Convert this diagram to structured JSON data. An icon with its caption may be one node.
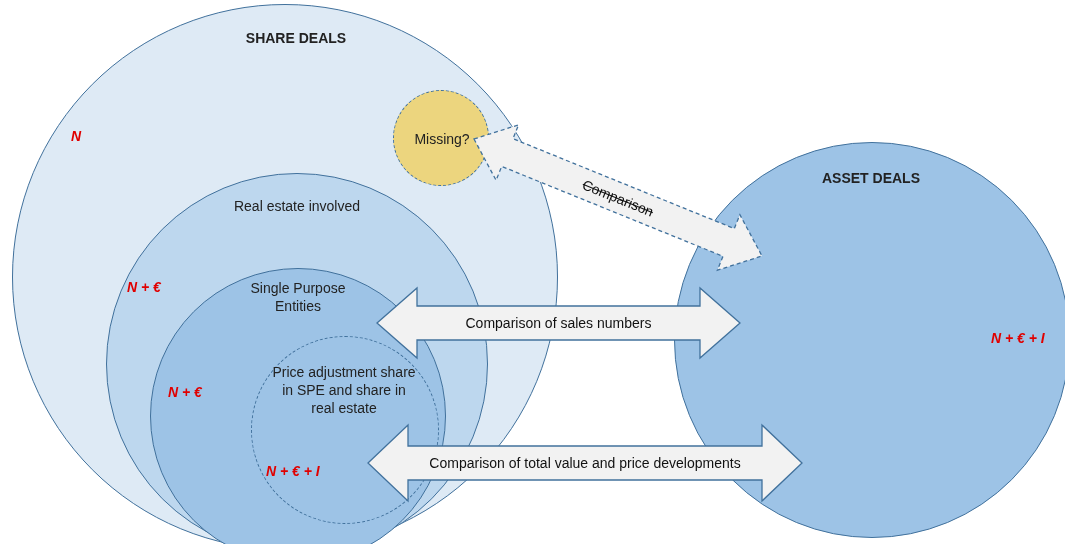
{
  "diagram": {
    "nodes": [
      {
        "text": [
          "SHARE DEALS",
          "N"
        ]
      },
      {
        "text": [
          "Real estate involved",
          "N + €"
        ],
        "in": 0
      },
      {
        "text": [
          "Single Purpose Entities",
          "N + €"
        ],
        "in": 1
      },
      {
        "text": [
          "Price adjustment share in SPE and share in real estate",
          "N + € + I"
        ],
        "in": 2
      },
      {
        "text": [
          "Missing?"
        ],
        "in": 0
      },
      {
        "text": [
          "ASSET DEALS",
          "N + € + I"
        ]
      }
    ],
    "edges": [
      {
        "from": 4,
        "to": 5,
        "arrow": "both",
        "label": "Comparison",
        "style": "dashed"
      },
      {
        "from": 2,
        "to": 5,
        "arrow": "both",
        "label": "Comparison of sales numbers"
      },
      {
        "from": 3,
        "to": 5,
        "arrow": "both",
        "label": "Comparison of total value and price developments"
      }
    ]
  }
}
